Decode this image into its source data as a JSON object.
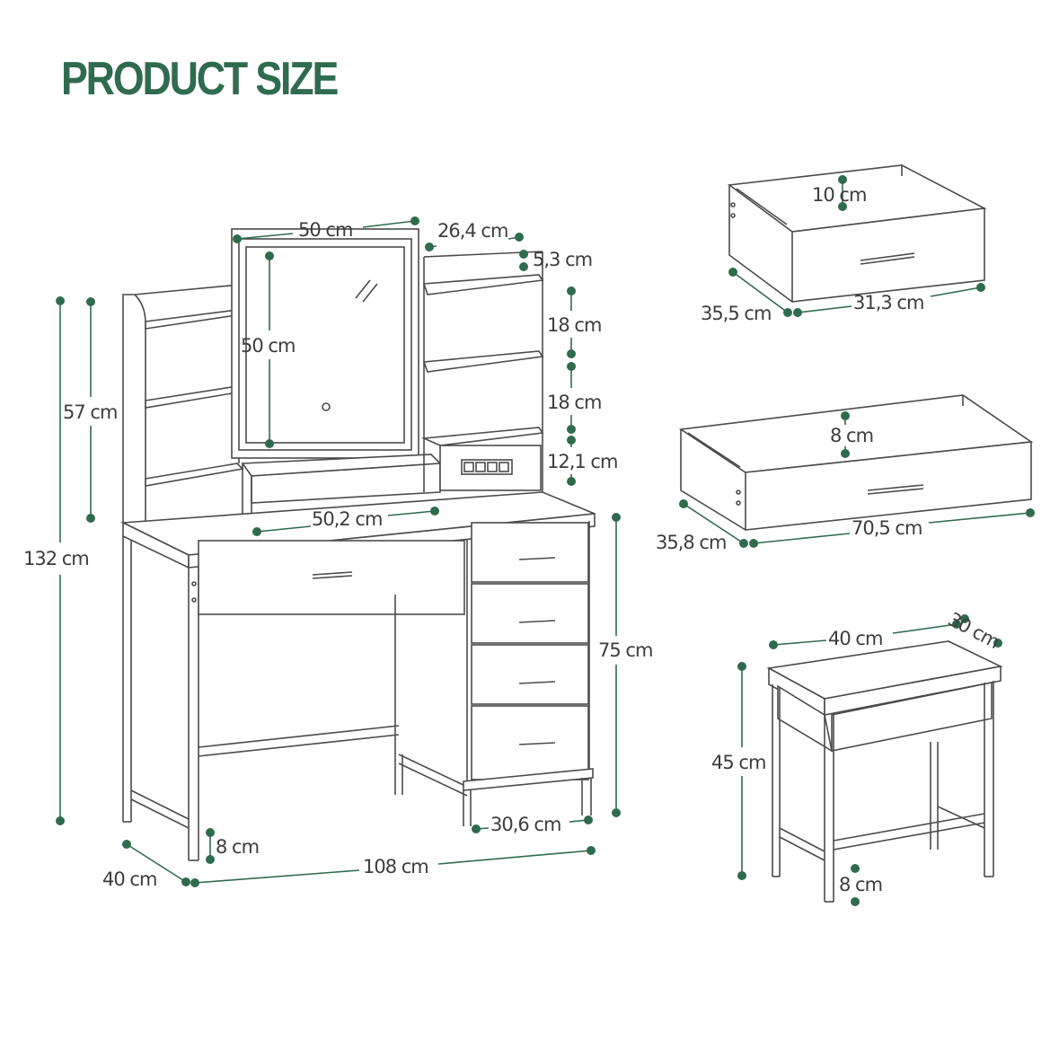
{
  "title": "PRODUCT SIZE",
  "colors": {
    "accent": "#2f6b4f",
    "line": "#4b4b4b",
    "text": "#3d3d3d"
  },
  "vanity": {
    "mirror_width": "50 cm",
    "mirror_height": "50 cm",
    "shelf_unit_width": "26,4 cm",
    "top_gap": "5,3 cm",
    "shelf_gap_1": "18 cm",
    "shelf_gap_2": "18 cm",
    "socket_shelf_gap": "12,1 cm",
    "upper_height": "57 cm",
    "total_height": "132 cm",
    "mirror_base_width": "50,2 cm",
    "table_height": "75 cm",
    "cabinet_depth": "30,6 cm",
    "leg_height": "8 cm",
    "depth": "40 cm",
    "total_width": "108 cm"
  },
  "small_drawer": {
    "inner_height": "10 cm",
    "depth": "35,5 cm",
    "width": "31,3 cm"
  },
  "large_drawer": {
    "inner_height": "8 cm",
    "depth": "35,8 cm",
    "width": "70,5 cm"
  },
  "stool": {
    "width": "40 cm",
    "depth": "30 cm",
    "height": "45 cm",
    "leg_height": "8 cm"
  }
}
